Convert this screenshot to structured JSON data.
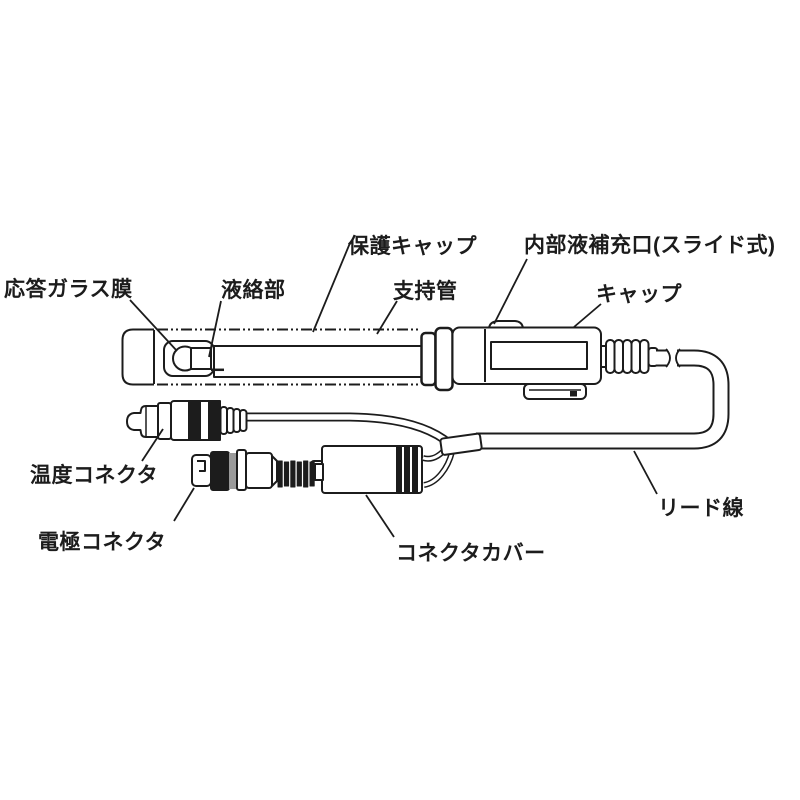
{
  "diagram": {
    "labels": {
      "protective_cap": "保護キャップ",
      "refill_port": "内部液補充口(スライド式)",
      "support_tube": "支持管",
      "cap": "キャップ",
      "glass_membrane": "応答ガラス膜",
      "liquid_junction": "液絡部",
      "temp_connector": "温度コネクタ",
      "electrode_connector": "電極コネクタ",
      "connector_cover": "コネクタカバー",
      "lead_wire": "リード線"
    },
    "line_color": "#1c1c1c",
    "background_color": "#ffffff"
  }
}
